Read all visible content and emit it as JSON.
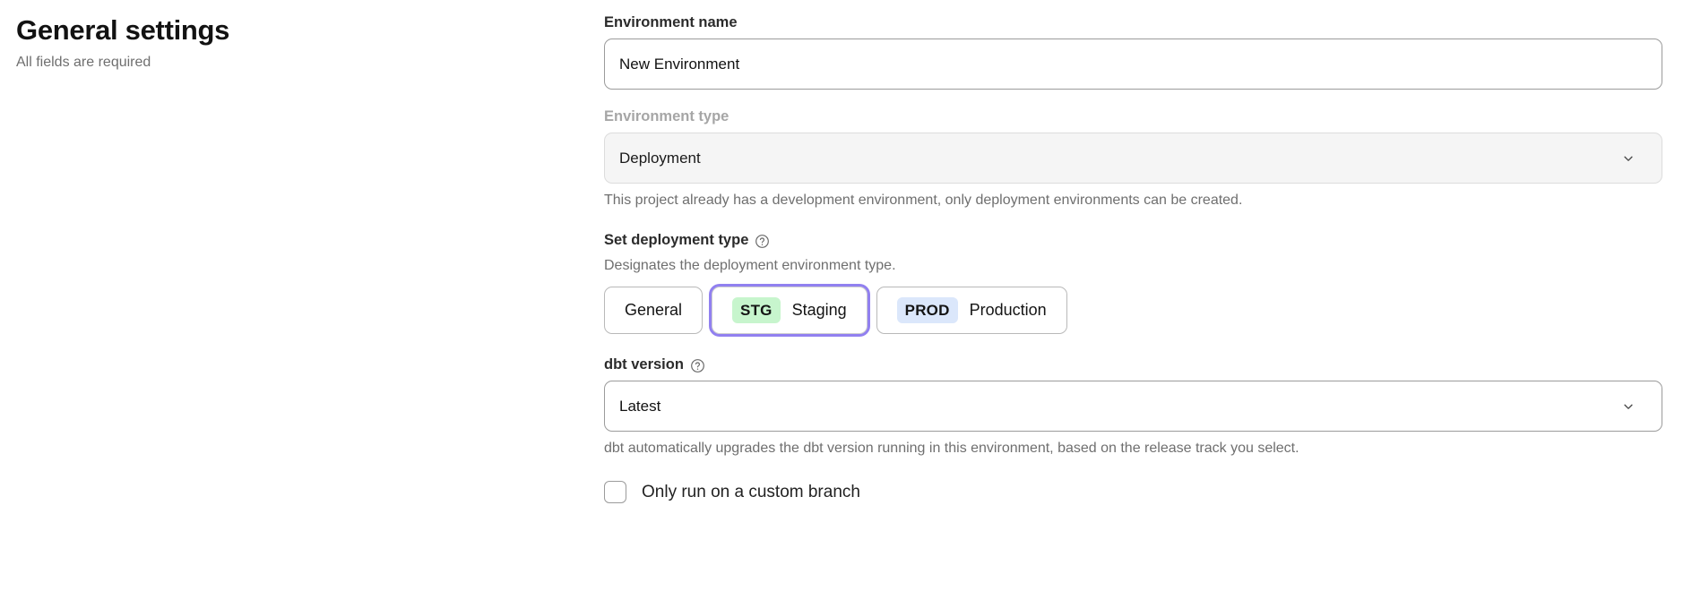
{
  "page": {
    "title": "General settings",
    "subtitle": "All fields are required"
  },
  "form": {
    "environment_name": {
      "label": "Environment name",
      "value": "New Environment",
      "placeholder": "Environment name"
    },
    "environment_type": {
      "label": "Environment type",
      "selected": "Deployment",
      "disabled": true,
      "help_text": "This project already has a development environment, only deployment environments can be created.",
      "chevron_icon": "chevron-down-icon"
    },
    "deployment_type": {
      "label": "Set deployment type",
      "help_icon": "question-circle-icon",
      "description": "Designates the deployment environment type.",
      "options": [
        {
          "id": "general",
          "badge": "",
          "label": "General",
          "selected": false,
          "badge_color": ""
        },
        {
          "id": "staging",
          "badge": "STG",
          "label": "Staging",
          "selected": true,
          "badge_color": "#c7f5cd"
        },
        {
          "id": "production",
          "badge": "PROD",
          "label": "Production",
          "selected": false,
          "badge_color": "#dbe7fb"
        }
      ],
      "focus_ring_color": "#9180f0"
    },
    "dbt_version": {
      "label": "dbt version",
      "help_icon": "question-circle-icon",
      "selected": "Latest",
      "help_text": "dbt automatically upgrades the dbt version running in this environment, based on the release track you select.",
      "chevron_icon": "chevron-down-icon"
    },
    "custom_branch": {
      "label": "Only run on a custom branch",
      "checked": false
    }
  }
}
